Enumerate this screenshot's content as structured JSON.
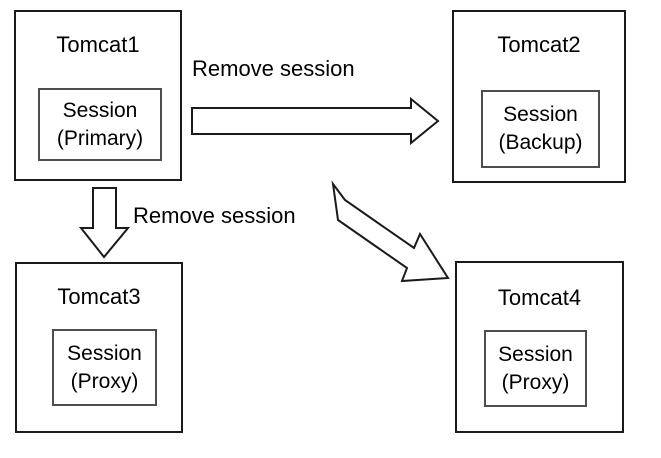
{
  "diagram": {
    "background_color": "#ffffff",
    "stroke_color": "#1a1a1a",
    "inner_stroke_color": "#4d4d4d",
    "nodes": [
      {
        "id": "tomcat1",
        "title": "Tomcat1",
        "inner": {
          "line1": "Session",
          "line2": "(Primary)"
        }
      },
      {
        "id": "tomcat2",
        "title": "Tomcat2",
        "inner": {
          "line1": "Session",
          "line2": "(Backup)"
        }
      },
      {
        "id": "tomcat3",
        "title": "Tomcat3",
        "inner": {
          "line1": "Session",
          "line2": "(Proxy)"
        }
      },
      {
        "id": "tomcat4",
        "title": "Tomcat4",
        "inner": {
          "line1": "Session",
          "line2": "(Proxy)"
        }
      }
    ],
    "edges": [
      {
        "id": "tomcat1-to-tomcat2",
        "label": "Remove session",
        "direction": "right",
        "from": "tomcat1",
        "to": "tomcat2"
      },
      {
        "id": "tomcat1-to-tomcat3",
        "label": "Remove session",
        "direction": "down",
        "from": "tomcat1",
        "to": "tomcat3"
      },
      {
        "id": "tomcat1-to-tomcat4",
        "label": "",
        "direction": "down-right",
        "from": "tomcat1",
        "to": "tomcat4"
      }
    ]
  }
}
